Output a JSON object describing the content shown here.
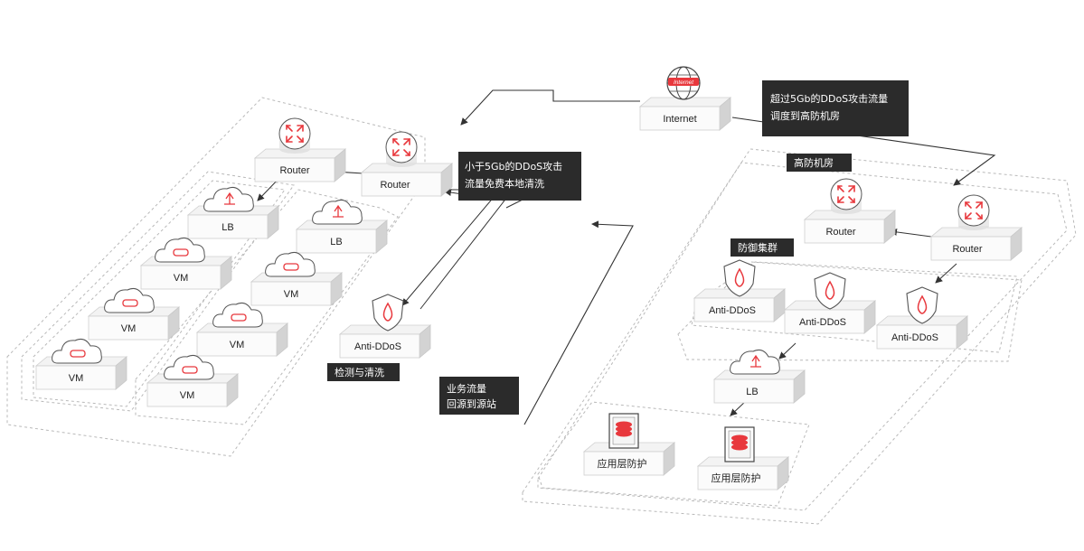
{
  "nodes": {
    "internet": {
      "label": "Internet",
      "tag": "Internet"
    },
    "left_router_1": {
      "label": "Router"
    },
    "left_router_2": {
      "label": "Router"
    },
    "left_lb_1": {
      "label": "LB"
    },
    "left_lb_2": {
      "label": "LB"
    },
    "left_vm_1": {
      "label": "VM"
    },
    "left_vm_2": {
      "label": "VM"
    },
    "left_vm_3": {
      "label": "VM"
    },
    "left_vm_4": {
      "label": "VM"
    },
    "left_vm_5": {
      "label": "VM"
    },
    "left_vm_6": {
      "label": "VM"
    },
    "left_antiddos": {
      "label": "Anti-DDoS"
    },
    "right_router_1": {
      "label": "Router"
    },
    "right_router_2": {
      "label": "Router"
    },
    "right_antiddos_1": {
      "label": "Anti-DDoS"
    },
    "right_antiddos_2": {
      "label": "Anti-DDoS"
    },
    "right_antiddos_3": {
      "label": "Anti-DDoS"
    },
    "right_lb": {
      "label": "LB"
    },
    "app_protect_1": {
      "label": "应用层防护"
    },
    "app_protect_2": {
      "label": "应用层防护"
    }
  },
  "callouts": {
    "over_5gb": [
      "超过5Gb的DDoS攻击流量",
      "调度到高防机房"
    ],
    "under_5gb": [
      "小于5Gb的DDoS攻击",
      "流量免费本地清洗"
    ],
    "detect_clean": "检测与清洗",
    "traffic_back": [
      "业务流量",
      "回源到源站"
    ],
    "high_defense_room": "高防机房",
    "defense_cluster": "防御集群"
  },
  "colors": {
    "accent": "#e8383d",
    "callout_bg": "#2b2b2b",
    "dashed": "#b9b9b9",
    "box_top": "#f6f6f6",
    "box_side": "#d9d9d9"
  },
  "icons": {
    "router": "router-icon",
    "cloud_lb": "cloud-lb-icon",
    "cloud_vm": "cloud-vm-icon",
    "shield": "shield-icon",
    "globe": "globe-icon",
    "disk": "disk-stack-icon"
  }
}
